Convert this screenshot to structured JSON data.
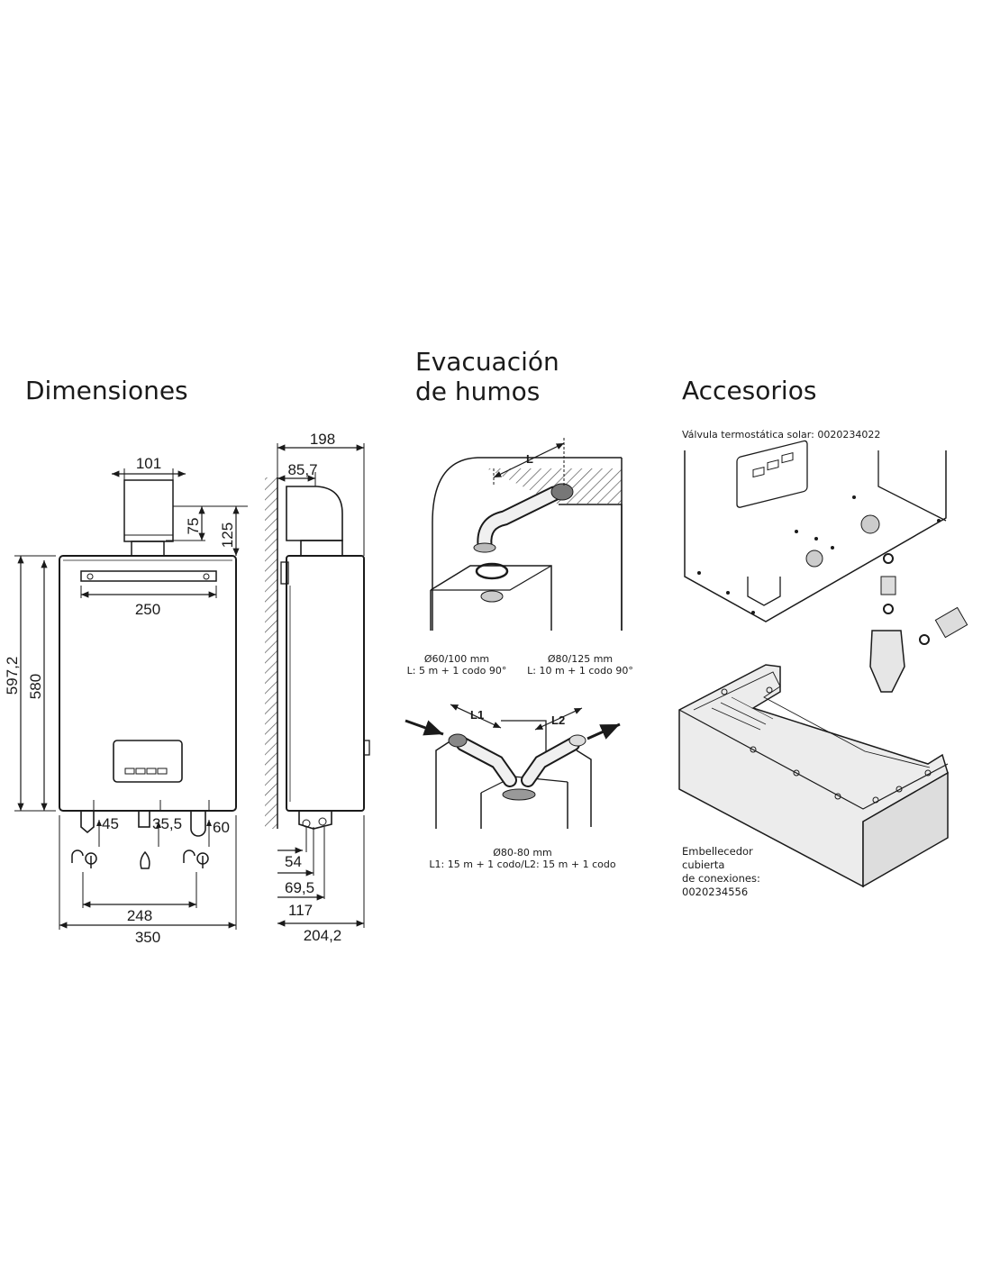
{
  "headings": {
    "dimensions": "Dimensiones",
    "evacuation_line1": "Evacuación",
    "evacuation_line2": "de humos",
    "accessories": "Accesorios"
  },
  "front_view": {
    "top_flue_width": "101",
    "flue_height_75": "75",
    "flue_height_125": "125",
    "bracket_width": "250",
    "total_height": "597,2",
    "body_height": "580",
    "conn_45": "45",
    "conn_35_5": "35,5",
    "conn_60": "60",
    "conn_spacing": "248",
    "total_width": "350"
  },
  "side_view": {
    "depth_top": "198",
    "flue_offset": "85,7",
    "conn_54": "54",
    "conn_69_5": "69,5",
    "conn_117": "117",
    "depth_bottom": "204,2"
  },
  "evacuation": {
    "label_L": "L",
    "label_L1": "L1",
    "label_L2": "L2",
    "caption_a_line1": "Ø60/100 mm",
    "caption_a_line2": "L: 5 m + 1 codo 90°",
    "caption_b_line1": "Ø80/125 mm",
    "caption_b_line2": "L: 10 m + 1 codo 90°",
    "caption_c_line1": "Ø80-80 mm",
    "caption_c_line2": "L1: 15 m + 1 codo/L2: 15 m + 1 codo"
  },
  "accessories": {
    "valve_caption": "Válvula termostática solar: 0020234022",
    "cover_line1": "Embellecedor",
    "cover_line2": "cubierta",
    "cover_line3": "de conexiones:",
    "cover_line4": "0020234556"
  }
}
